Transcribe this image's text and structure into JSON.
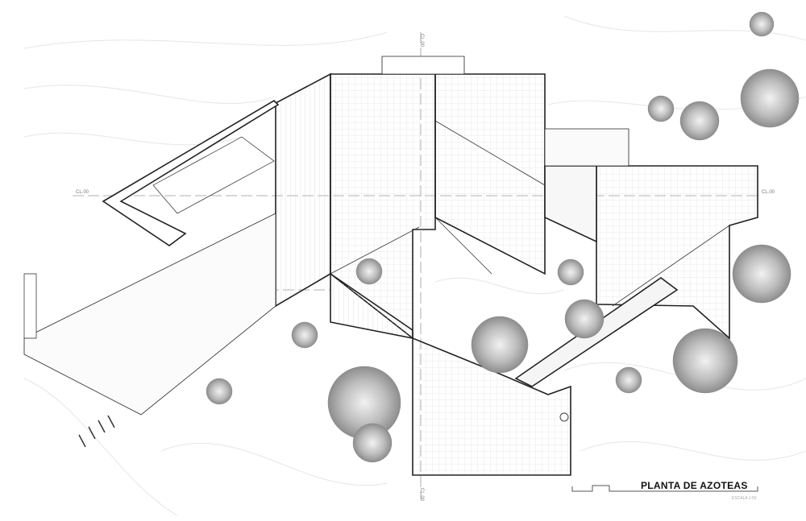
{
  "drawing": {
    "title": "PLANTA DE AZOTEAS",
    "scale": "ESCALA 1:50",
    "axis_labels": {
      "left": "CL.00",
      "right": "CL.00",
      "top": "CL.00",
      "bottom": "CL.00"
    }
  },
  "colors": {
    "line": "#222222",
    "hatch": "#bbbbbb",
    "tree": "#9a9a9a",
    "contour": "#e6e6e6"
  }
}
